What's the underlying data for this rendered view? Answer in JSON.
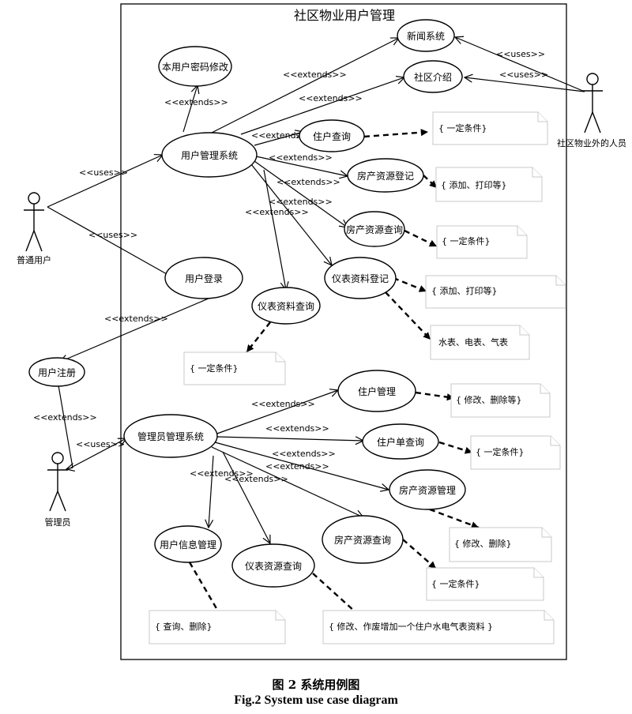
{
  "title": "社区物业用户管理",
  "actors": {
    "user": "普通用户",
    "outsider": "社区物业外的人员",
    "admin": "管理员"
  },
  "usecases": {
    "password": "本用户密码修改",
    "news": "新闻系统",
    "intro": "社区介绍",
    "user_mgmt": "用户管理系统",
    "resident_query": "住户查询",
    "property_reg": "房产资源登记",
    "property_query": "房产资源查询",
    "meter_reg": "仪表资料登记",
    "meter_query": "仪表资料查询",
    "login": "用户登录",
    "register": "用户注册",
    "admin_mgmt": "管理员管理系统",
    "resident_mgmt": "住户管理",
    "resident_list_query": "住户单查询",
    "property_mgmt": "房产资源管理",
    "user_info_mgmt": "用户信息管理",
    "meter_source_query": "仪表资源查询",
    "property_source_query": "房产资源查询"
  },
  "notes": {
    "n1": "{                    一定条件}",
    "n2": "{            添加、打印等}",
    "n3": "{       一定条件}",
    "n4": "{                   添加、打印等}",
    "n5": "水表、电表、气表",
    "n6": "{              一定条件}",
    "n7": "{     修改、删除等}",
    "n8": "{        一定条件}",
    "n9": "{             修改、删除}",
    "n10": "{                  一定条件}",
    "n11": "{                      查询、删除}",
    "n12": "{                     修改、作废增加一个住户水电气表资料 }"
  },
  "relations": {
    "uses": "<<uses>>",
    "extends": "<<extends>>"
  },
  "caption": {
    "cn": "图 2    系统用例图",
    "en": "Fig.2    System use case diagram"
  }
}
